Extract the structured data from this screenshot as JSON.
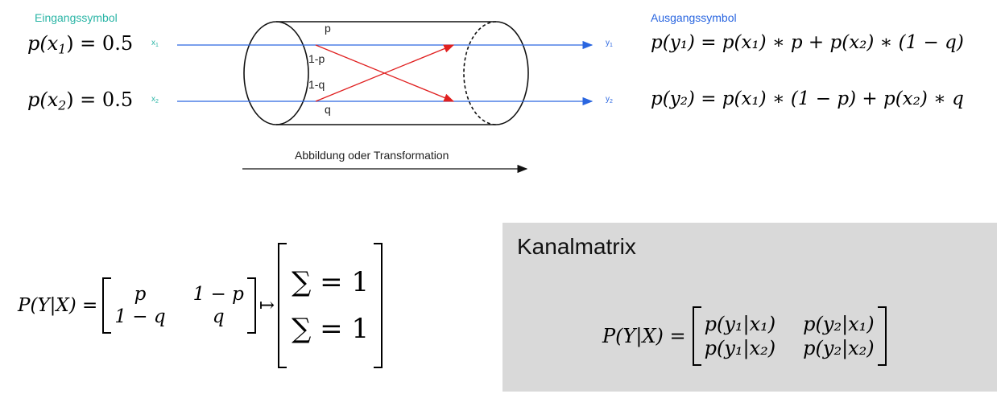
{
  "input": {
    "heading": "Eingangssymbol",
    "rows": [
      {
        "prob_lhs": "p(x",
        "prob_sub": "1",
        "prob_rhs": ") = 0.5",
        "symbol": "x",
        "symbol_sub": "1"
      },
      {
        "prob_lhs": "p(x",
        "prob_sub": "2",
        "prob_rhs": ") = 0.5",
        "symbol": "x",
        "symbol_sub": "2"
      }
    ]
  },
  "channel": {
    "transitions": [
      "p",
      "1-p",
      "1-q",
      "q"
    ],
    "arrow_caption": "Abbildung oder Transformation"
  },
  "output": {
    "heading": "Ausgangssymbol",
    "rows": [
      {
        "symbol": "y",
        "symbol_sub": "1",
        "formula": "p(y₁) = p(x₁) ∗ p + p(x₂) ∗ (1 − q)"
      },
      {
        "symbol": "y",
        "symbol_sub": "2",
        "formula": "p(y₂) = p(x₁) ∗ (1 − p) + p(x₂) ∗ q"
      }
    ]
  },
  "transition_matrix": {
    "lhs": "P(Y|X) =",
    "cells": [
      [
        "p",
        "1 − p"
      ],
      [
        "1 − q",
        "q"
      ]
    ],
    "maps_to": "↦",
    "row_sums": [
      "∑ = 1",
      "∑ = 1"
    ]
  },
  "kanalmatrix": {
    "title": "Kanalmatrix",
    "lhs": "P(Y|X) =",
    "cells": [
      [
        "p(y₁|x₁)",
        "p(y₂|x₁)"
      ],
      [
        "p(y₁|x₂)",
        "p(y₂|x₂)"
      ]
    ]
  },
  "colors": {
    "input_heading": "#2bb5a6",
    "output_heading": "#2a66e0",
    "signal_line": "#2a66e0",
    "cross_line": "#e02020",
    "kanal_bg": "#d9d9d9"
  }
}
